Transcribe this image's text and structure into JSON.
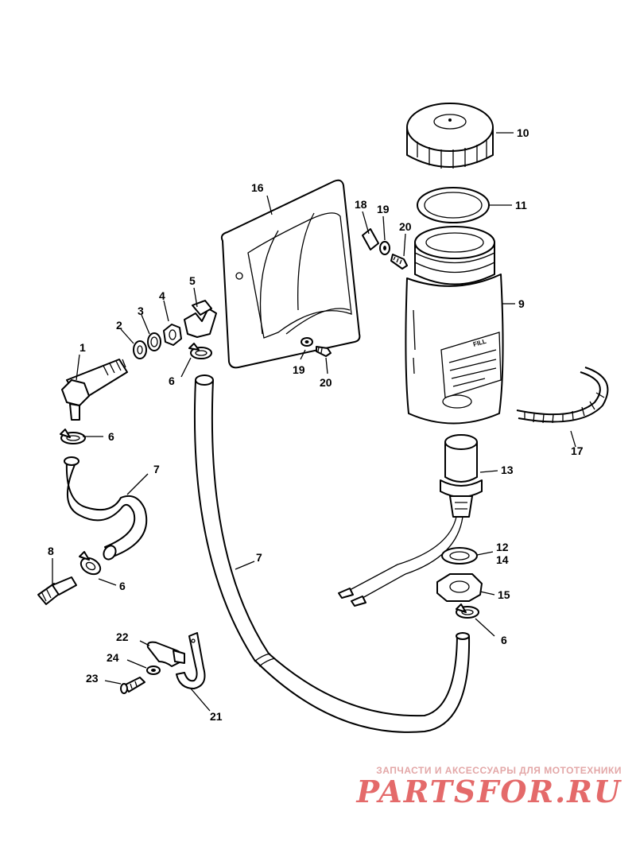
{
  "callouts": [
    "1",
    "2",
    "3",
    "4",
    "5",
    "6",
    "6",
    "6",
    "6",
    "7",
    "7",
    "8",
    "9",
    "10",
    "11",
    "12",
    "14",
    "13",
    "15",
    "16",
    "17",
    "18",
    "19",
    "19",
    "20",
    "20",
    "21",
    "22",
    "23",
    "24"
  ],
  "label_text": "FILL",
  "watermark": {
    "caption": "ЗАПЧАСТИ И АКСЕССУАРЫ ДЛЯ МОТОТЕХНИКИ",
    "brand": "PARTSFOR.RU"
  },
  "colors": {
    "line": "#000000",
    "watermark": "#e46a6a"
  }
}
